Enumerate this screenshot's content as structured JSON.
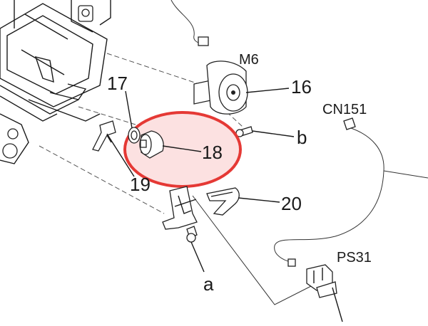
{
  "callouts": {
    "part_16": "16",
    "part_17": "17",
    "part_18": "18",
    "part_19": "19",
    "part_20": "20",
    "screw_a": "a",
    "screw_b": "b",
    "motor_m6": "M6",
    "connector_cn151": "CN151",
    "sensor_ps31": "PS31"
  },
  "highlight": {
    "target_part": "18",
    "stroke_color": "#e53935",
    "fill_color": "#fbdcdc"
  }
}
